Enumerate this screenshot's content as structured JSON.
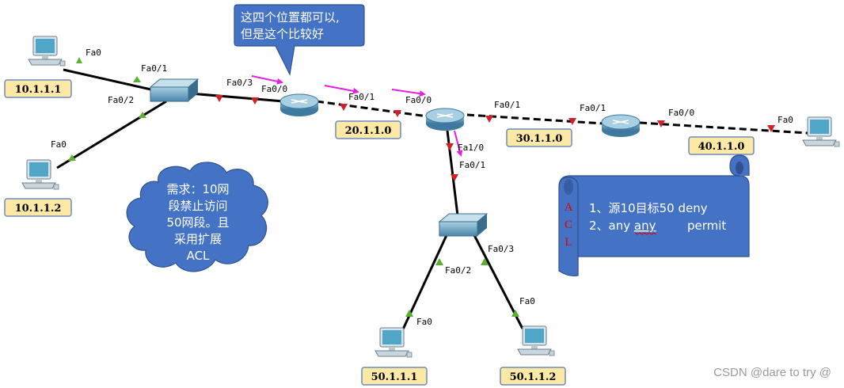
{
  "callout": {
    "line1": "这四个位置都可以,",
    "line2": "但是这个比较好"
  },
  "cloud": {
    "lines": [
      "需求：10网",
      "段禁止访问",
      "50网段。且",
      "采用扩展",
      "ACL"
    ]
  },
  "acl_scroll": {
    "side_letters": [
      "A",
      "C",
      "L"
    ],
    "rule1": "1、源10目标50  deny",
    "rule2_prefix": "2、any ",
    "rule2_underlined": "any",
    "rule2_suffix": "permit"
  },
  "hosts": {
    "pc1": "10.1.1.1",
    "pc2": "10.1.1.2",
    "pc3": "50.1.1.1",
    "pc4": "50.1.1.2"
  },
  "subnets": {
    "s20": "20.1.1.0",
    "s30": "30.1.1.0",
    "s40": "40.1.1.0"
  },
  "ports": {
    "pc1_fa0": "Fa0",
    "sw1_fa01": "Fa0/1",
    "sw1_fa02": "Fa0/2",
    "pc2_fa0": "Fa0",
    "sw1_fa03": "Fa0/3",
    "r1_fa00": "Fa0/0",
    "r1_fa01": "Fa0/1",
    "r2_fa00": "Fa0/0",
    "r2_fa01": "Fa0/1",
    "r2_fa10": "Fa1/0",
    "r3_fa01": "Fa0/1",
    "r3_fa00": "Fa0/0",
    "pc5_fa0": "Fa0",
    "sw2_fa01": "Fa0/1",
    "sw2_fa02": "Fa0/2",
    "sw2_fa03": "Fa0/3",
    "pc3_fa0": "Fa0",
    "pc4_fa0": "Fa0"
  },
  "watermark": "CSDN @dare to try @",
  "colors": {
    "note_blue": "#4472c4",
    "note_border": "#2f528f",
    "subnet_fill": "#fde9a6",
    "subnet_border": "#6d8bbf",
    "arrow_magenta": "#e61ee6",
    "link_up": "#5cb030",
    "link_down": "#d0202a",
    "device_blue": "#4d8cb0"
  }
}
